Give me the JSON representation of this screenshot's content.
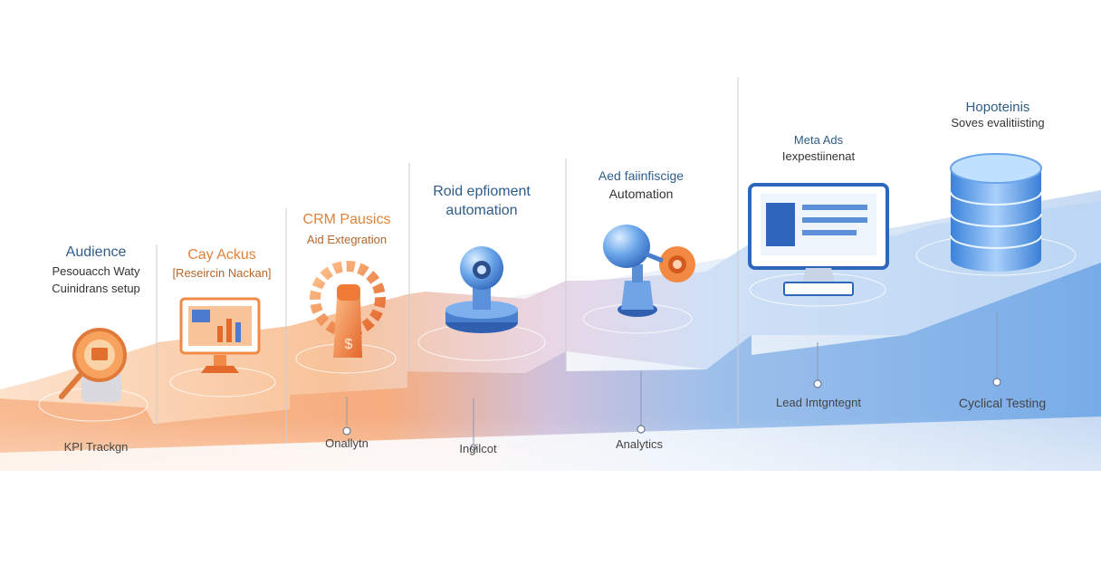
{
  "steps": [
    {
      "title": "Audience",
      "subtitle_1": "Pesouacch Waty",
      "subtitle_2": "Cuinidrans setup",
      "bottom": "KPI Trackgn",
      "title_color": "#2f5d8a",
      "icon": "magnifier-icon"
    },
    {
      "title": "Cay Ackus",
      "subtitle_1": "[Reseircin Nackan]",
      "bottom": "",
      "title_color": "#e0833a",
      "icon": "monitor-chart-icon"
    },
    {
      "title": "CRM Pausics",
      "subtitle_1": "Aid Extegration",
      "bottom": "Onallytn",
      "title_color": "#e0833a",
      "icon": "gear-hand-icon"
    },
    {
      "title": "Roid epfioment",
      "subtitle_1": "automation",
      "bottom": "Ingilcot",
      "title_color": "#2f5d8a",
      "icon": "robot-arm-icon"
    },
    {
      "title": "Aed faiinfiscige",
      "subtitle_1": "Automation",
      "bottom": "Analytics",
      "title_color": "#2f5d8a",
      "icon": "lamp-device-icon"
    },
    {
      "title": "Meta Ads",
      "subtitle_1": "Iexpestiinenat",
      "bottom": "Lead Imtgntegnt",
      "title_color": "#2f5d8a",
      "icon": "desktop-monitor-icon"
    },
    {
      "title": "Hopoteinis",
      "subtitle_1": "Soves evalitiisting",
      "bottom": "Cyclical Testing",
      "title_color": "#2f5d8a",
      "icon": "database-icon"
    }
  ],
  "colors": {
    "orange": "#f39a5a",
    "blue": "#5b9ee3",
    "navy": "#2f5d8a"
  }
}
